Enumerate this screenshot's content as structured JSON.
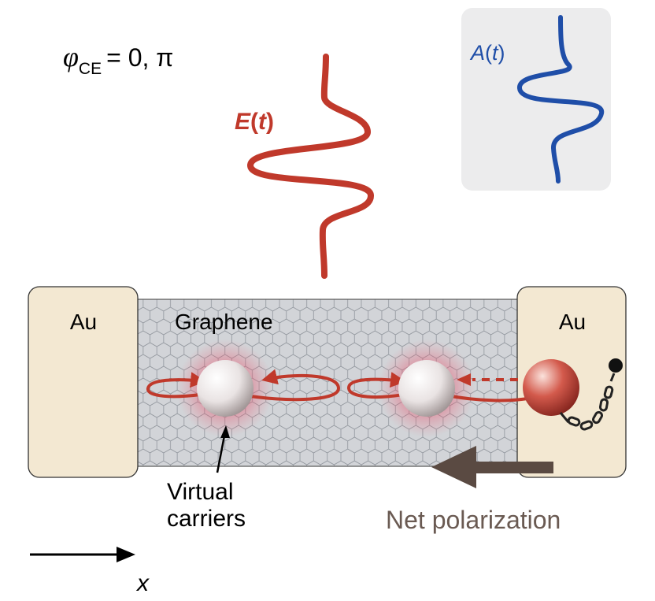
{
  "phase": {
    "symbol": "φ",
    "subscript": "CE",
    "value": "= 0, π"
  },
  "efield": {
    "label_main": "E",
    "label_open": "(",
    "label_var": "t",
    "label_close": ")"
  },
  "vector_potential": {
    "label_main": "A",
    "label_open": "(",
    "label_var": "t",
    "label_close": ")"
  },
  "device": {
    "left_contact": "Au",
    "right_contact": "Au",
    "channel": "Graphene"
  },
  "annotations": {
    "virtual_carriers_line1": "Virtual",
    "virtual_carriers_line2": "carriers",
    "net_polarization": "Net polarization"
  },
  "axis": {
    "label": "x"
  },
  "colors": {
    "efield": "#c0392b",
    "potential": "#1f4ea8",
    "gold": "#f3e8d2",
    "graphene": "#d2d4d8",
    "arrow_brown": "#5a4a42",
    "label_brown": "#6a5a52"
  }
}
